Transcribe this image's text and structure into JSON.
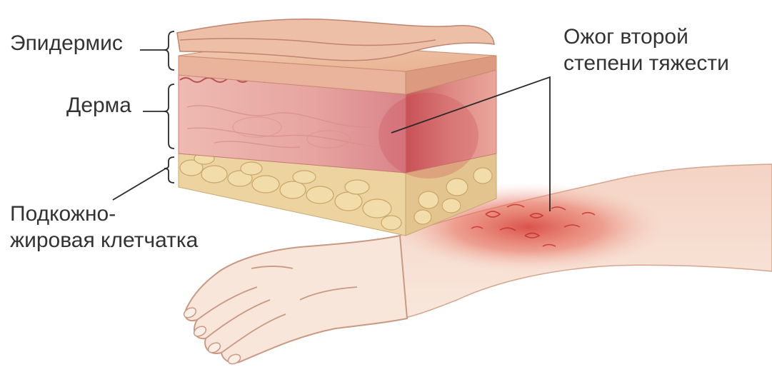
{
  "labels": {
    "epidermis": "Эпидермис",
    "dermis": "Дерма",
    "subcutaneous_line1": "Подкожно-",
    "subcutaneous_line2": "жировая клетчатка",
    "burn_line1": "Ожог второй",
    "burn_line2": "степени тяжести"
  },
  "colors": {
    "label_text": "#333333",
    "leader_line": "#2a2a2a",
    "epidermis_layer": "#eab59d",
    "dermis_layer": "#e8a8a0",
    "fat_layer": "#ecd3a0",
    "skin": "#f6e4d8",
    "burn_red": "#d9463c"
  }
}
